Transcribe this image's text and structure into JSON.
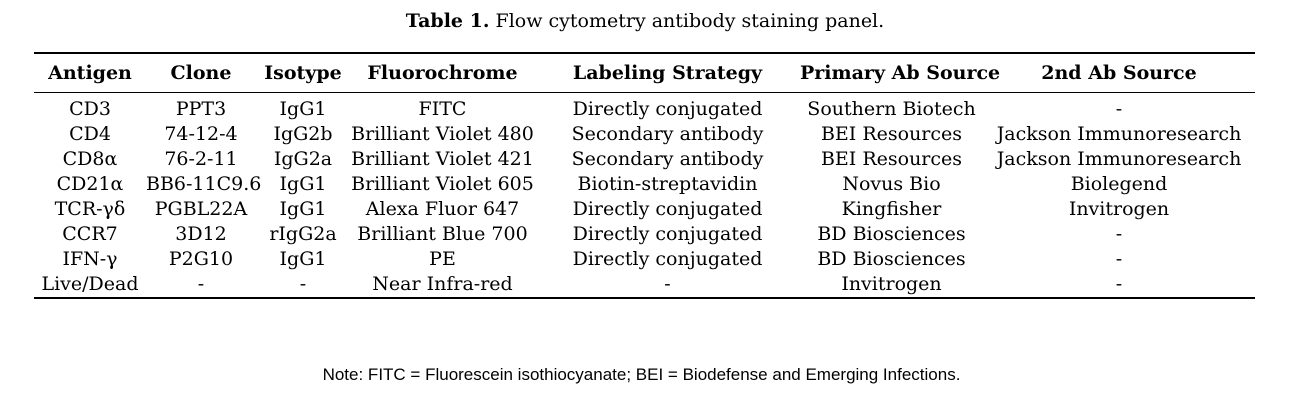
{
  "caption": {
    "label": "Table 1.",
    "text": "Flow cytometry antibody staining panel."
  },
  "table": {
    "headers": [
      "Antigen",
      "Clone",
      "Isotype",
      "Fluorochrome",
      "Labeling Strategy",
      "Primary Ab Source",
      "2nd Ab Source"
    ],
    "rows": [
      [
        "CD3",
        "PPT3",
        "IgG1",
        "FITC",
        "Directly conjugated",
        "Southern Biotech",
        "-"
      ],
      [
        "CD4",
        "74-12-4",
        "IgG2b",
        "Brilliant Violet 480",
        "Secondary antibody",
        "BEI Resources",
        "Jackson Immunoresearch"
      ],
      [
        "CD8α",
        "76-2-11",
        "IgG2a",
        "Brilliant Violet 421",
        "Secondary antibody",
        "BEI Resources",
        "Jackson Immunoresearch"
      ],
      [
        "CD21α",
        "BB6-11C9.6",
        "IgG1",
        "Brilliant Violet 605",
        "Biotin-streptavidin",
        "Novus Bio",
        "Biolegend"
      ],
      [
        "TCR-γδ",
        "PGBL22A",
        "IgG1",
        "Alexa Fluor 647",
        "Directly conjugated",
        "Kingfisher",
        "Invitrogen"
      ],
      [
        "CCR7",
        "3D12",
        "rIgG2a",
        "Brilliant Blue 700",
        "Directly conjugated",
        "BD Biosciences",
        "-"
      ],
      [
        "IFN-γ",
        "P2G10",
        "IgG1",
        "PE",
        "Directly conjugated",
        "BD Biosciences",
        "-"
      ],
      [
        "Live/Dead",
        "-",
        "-",
        "Near Infra-red",
        "-",
        "Invitrogen",
        "-"
      ]
    ]
  },
  "note": "Note: FITC = Fluorescein isothiocyanate; BEI = Biodefense and Emerging Infections."
}
